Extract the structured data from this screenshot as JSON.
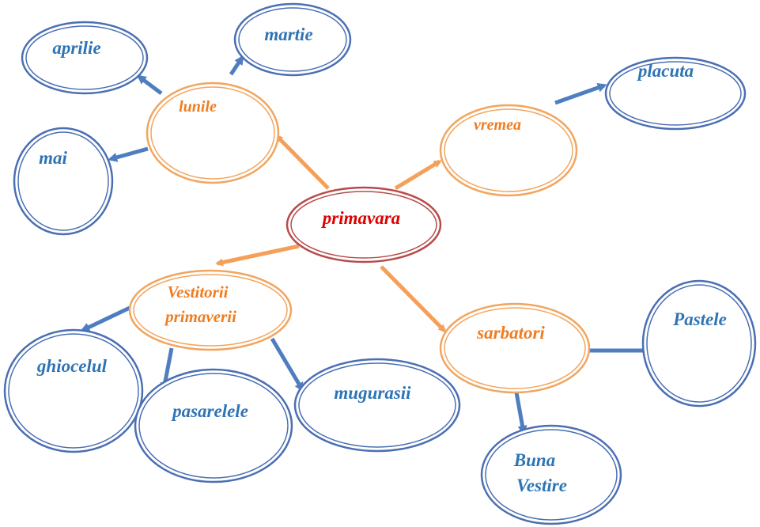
{
  "colors": {
    "center_text": "#e00000",
    "center_ring": "#b84a4a",
    "orange": "#ee7d22",
    "orange_ring": "#f2a55e",
    "blue": "#2e74b5",
    "blue_ring": "#4a6fb3",
    "arrow_orange": "#f4a05a",
    "arrow_blue": "#4f7ec0"
  },
  "center": {
    "label": "primavara"
  },
  "branches": {
    "lunile": {
      "label": "lunile",
      "children": [
        "aprilie",
        "martie",
        "mai"
      ]
    },
    "vremea": {
      "label": "vremea",
      "children": [
        "placuta"
      ]
    },
    "vestitori": {
      "line1": "Vestitorii",
      "line2": "primaverii",
      "children": [
        "ghiocelul",
        "pasarelele",
        "mugurasii"
      ]
    },
    "sarbatori": {
      "label": "sarbatori",
      "children": [
        "Pastele"
      ],
      "child_multi": {
        "line1": "Buna",
        "line2": "Vestire"
      }
    }
  }
}
